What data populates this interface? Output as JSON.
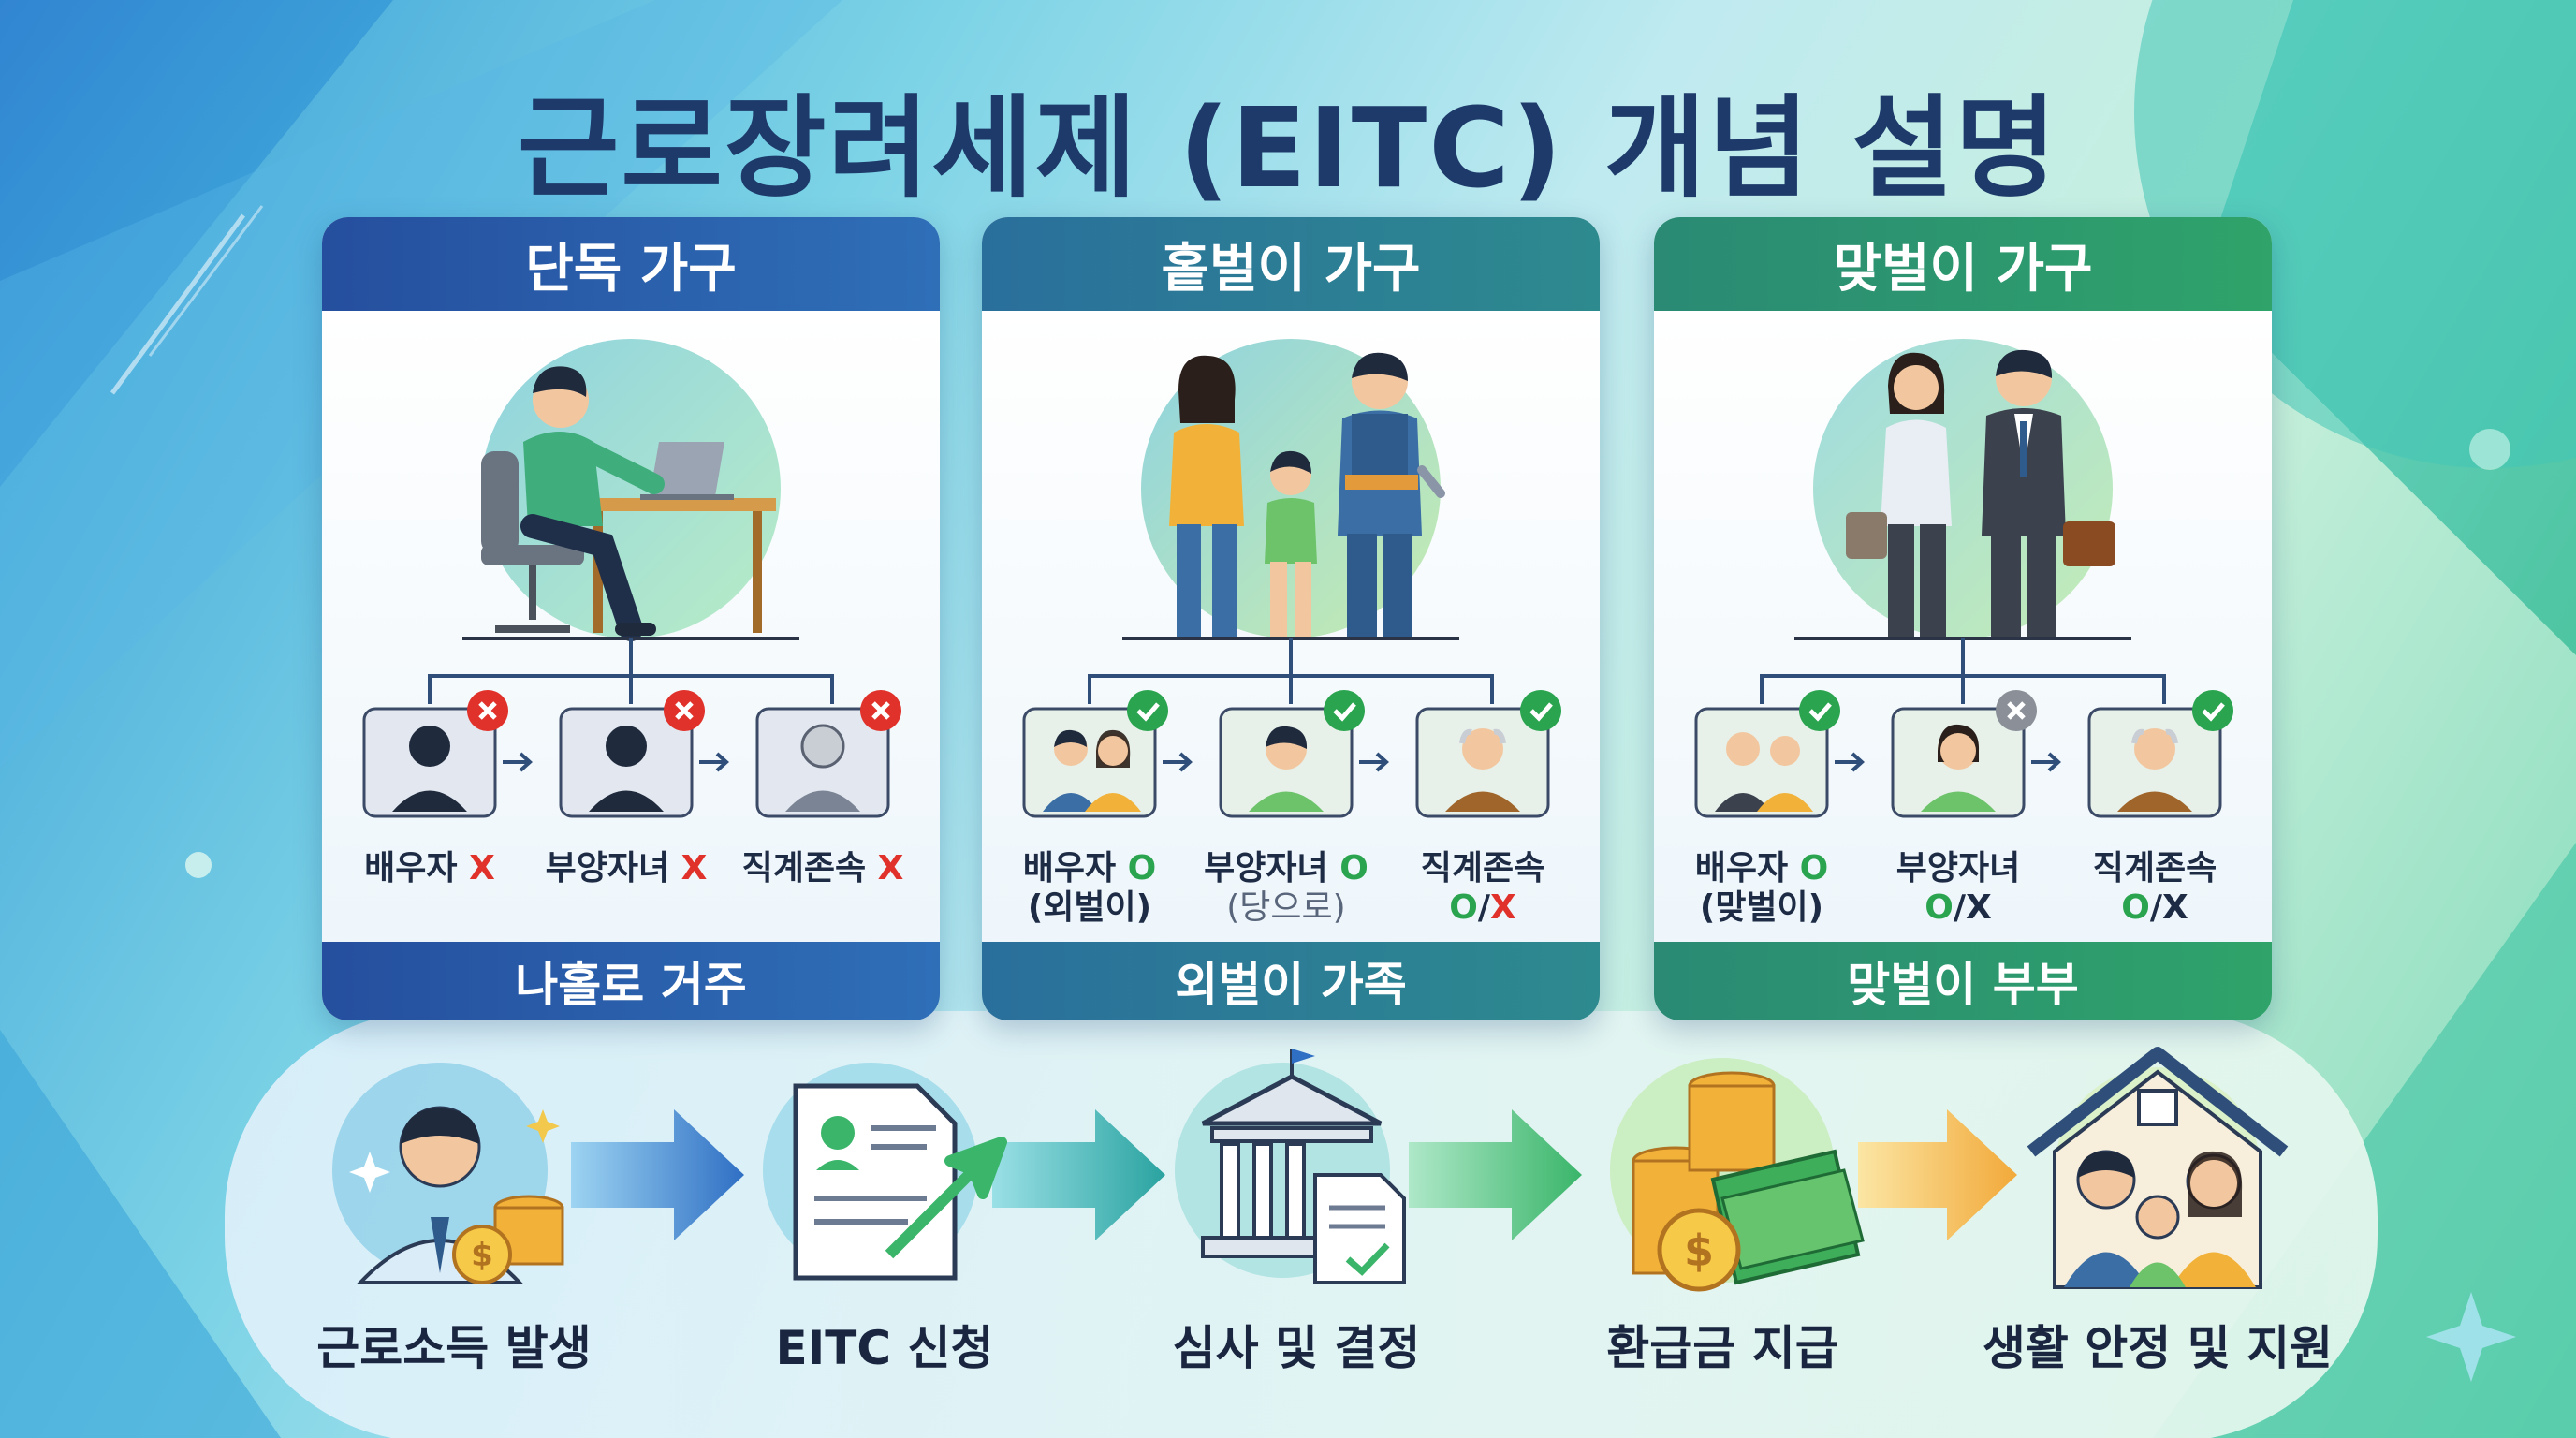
{
  "title": "근로장려세제 (EITC) 개념 설명",
  "cards": [
    {
      "header": "단독 가구",
      "footer": "나홀로 거주",
      "header_color": "#2a5aa6",
      "members": [
        {
          "label": "배우자",
          "mark": "X",
          "mark_type": "x",
          "sub": ""
        },
        {
          "label": "부양자녀",
          "mark": "X",
          "mark_type": "x",
          "sub": ""
        },
        {
          "label": "직계존속",
          "mark": "X",
          "mark_type": "x",
          "sub": ""
        }
      ]
    },
    {
      "header": "홑벌이 가구",
      "footer": "외벌이 가족",
      "header_color": "#2a7d9c",
      "members": [
        {
          "label": "배우자",
          "mark": "O",
          "mark_type": "o",
          "sub": "(외벌이)"
        },
        {
          "label": "부양자녀",
          "mark": "O",
          "mark_type": "o",
          "sub": "(당으로)"
        },
        {
          "label": "직계존속",
          "mark": "",
          "mark_type": "",
          "sub_o": "O",
          "sub_sep": "/",
          "sub_x": "X"
        }
      ]
    },
    {
      "header": "맞벌이 가구",
      "footer": "맞벌이 부부",
      "header_color": "#2a9a6e",
      "members": [
        {
          "label": "배우자",
          "mark": "O",
          "mark_type": "o",
          "sub": "(맞벌이)"
        },
        {
          "label": "부양자녀",
          "mark": "",
          "mark_type": "",
          "sub": "O/X"
        },
        {
          "label": "직계존속",
          "mark": "",
          "mark_type": "",
          "sub": "O/X"
        }
      ]
    }
  ],
  "steps": [
    {
      "label": "근로소득 발생",
      "icon": "worker-coins-icon"
    },
    {
      "label": "EITC 신청",
      "icon": "application-form-icon"
    },
    {
      "label": "심사 및 결정",
      "icon": "government-building-icon"
    },
    {
      "label": "환급금 지급",
      "icon": "money-stack-icon"
    },
    {
      "label": "생활 안정 및 지원",
      "icon": "family-house-icon"
    }
  ],
  "colors": {
    "title": "#1d3a6a",
    "check_green": "#2aa44f",
    "cross_red": "#e0322b",
    "neutral_gray": "#8a8f98"
  }
}
